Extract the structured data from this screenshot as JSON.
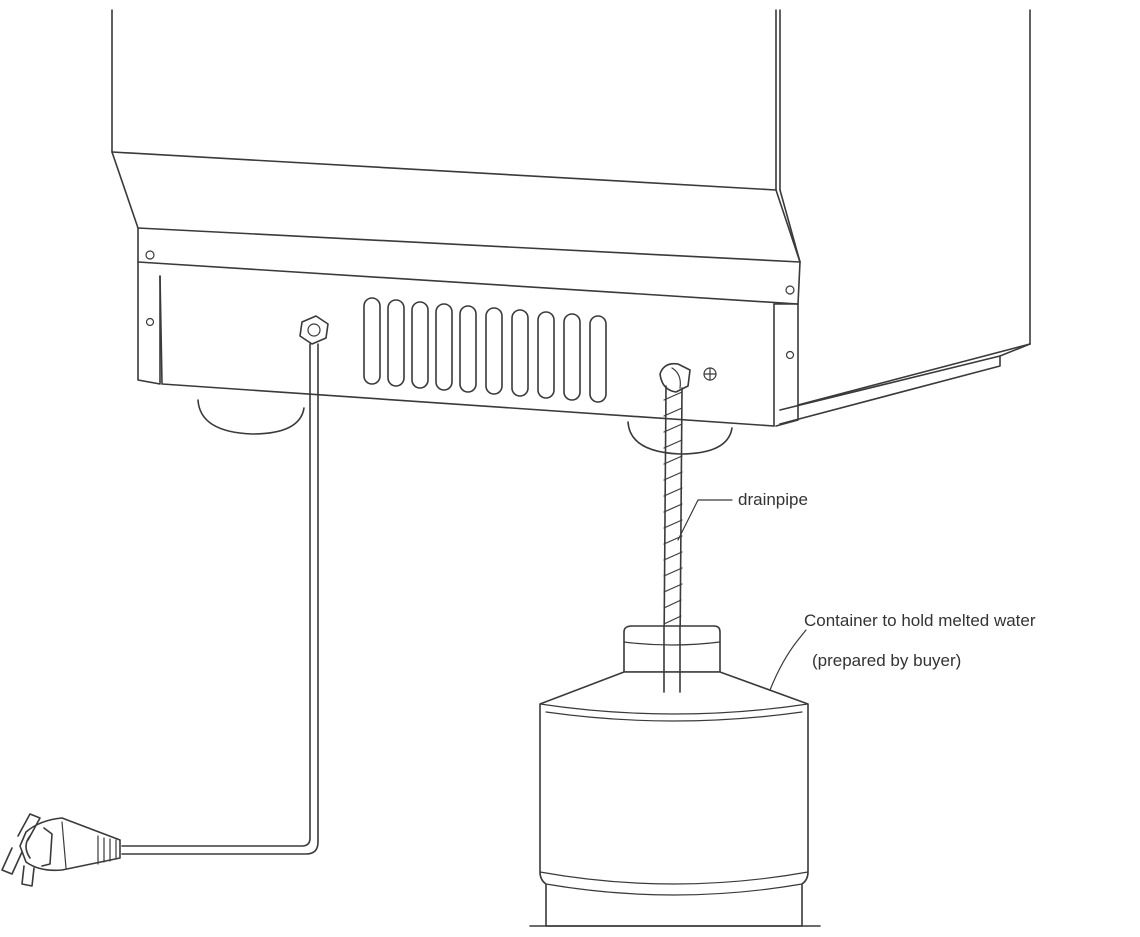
{
  "labels": {
    "drainpipe": "drainpipe",
    "container_line1": "Container to hold melted water",
    "container_line2": "(prepared by buyer)"
  },
  "colors": {
    "line": "#3a3a3a",
    "background": "#ffffff",
    "text": "#333333"
  }
}
